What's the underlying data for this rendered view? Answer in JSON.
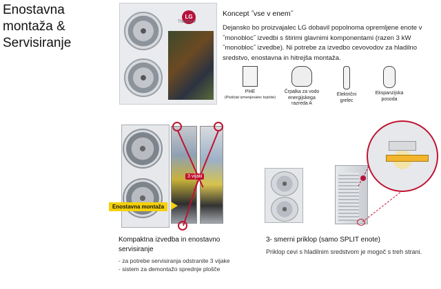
{
  "title": [
    "Enostavna",
    "montaža &",
    "Servisiranje"
  ],
  "photo_unit": {
    "logo": "LG",
    "brand": "Therma V"
  },
  "concept": {
    "title": "Koncept ˝vse v enem˝",
    "text": "Dejansko bo proizvajalec LG dobavil popolnoma opremljene enote v ˝monobloc˝ izvedbi s štirimi glavnimi komponentami (razen 3 kW ˝monobloc˝ izvedbe). Ni potrebe za izvedbo cevovodov za hladilno sredstvo, enostavna in hitrejša montaža."
  },
  "components": [
    {
      "label": "PHE",
      "sub": "(Ploščati izmenjevalec toplote)",
      "icon": "plate-heat-exchanger-icon"
    },
    {
      "label": "Črpalka za vodo energijskega razreda A",
      "sub": "",
      "icon": "water-pump-icon"
    },
    {
      "label": "Električni grelec",
      "sub": "",
      "icon": "electric-heater-icon"
    },
    {
      "label": "Ekspanzijska posoda",
      "sub": "",
      "icon": "expansion-tank-icon"
    }
  ],
  "exploded": {
    "screws_tag": "3 vijaki",
    "assembly_tag": "Enostavna montaža"
  },
  "caption_left": {
    "title": "Kompaktna izvedba in enostavno servisiranje",
    "bullets": [
      "- za potrebe servisiranja odstranite 3 vijake",
      "- sistem za demontažo sprednje plošče"
    ]
  },
  "caption_right": {
    "title": "3- smerni priklop (samo SPLIT enote)",
    "body": "Priklop cevi s hladilnim sredstvom je mogoč s treh strani."
  },
  "colors": {
    "accent_red": "#c0122f",
    "tag_yellow": "#f4d10c",
    "lg_red": "#b5123c"
  }
}
